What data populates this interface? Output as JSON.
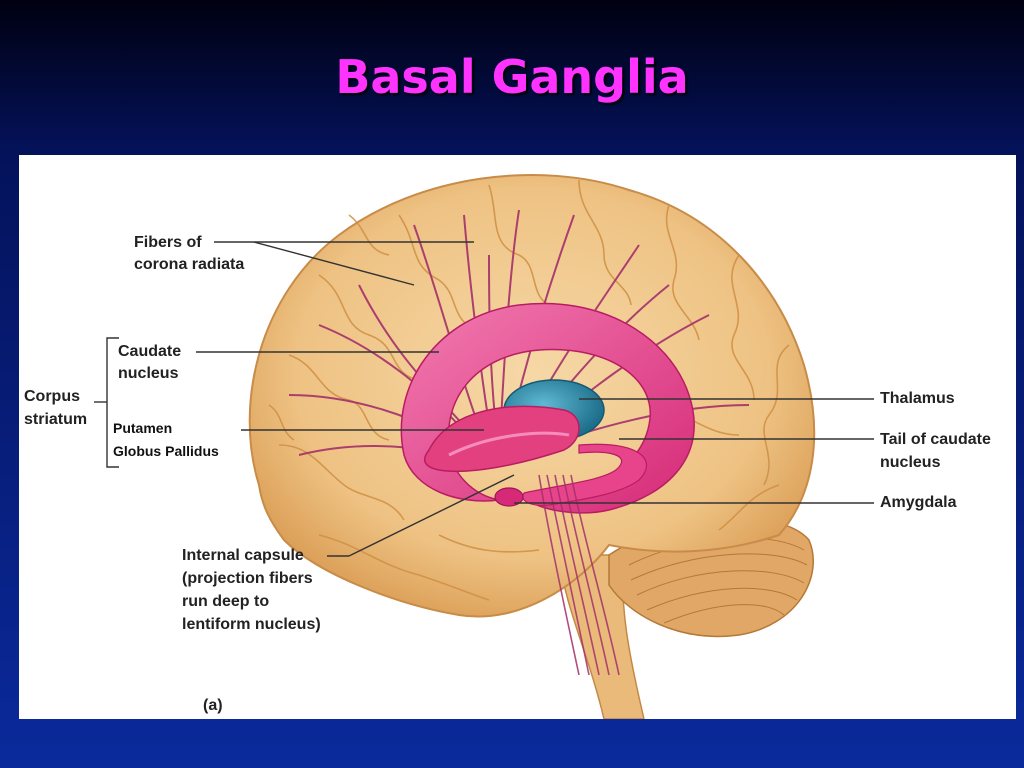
{
  "slide": {
    "title": "Basal Ganglia"
  },
  "figure": {
    "panel_letter": "(a)",
    "labels": {
      "corona_radiata": [
        "Fibers of",
        "corona radiata"
      ],
      "caudate": [
        "Caudate",
        "nucleus"
      ],
      "corpus_striatum": [
        "Corpus",
        "striatum"
      ],
      "putamen": "Putamen",
      "globus_pallidus": "Globus Pallidus",
      "thalamus": "Thalamus",
      "tail_caudate": [
        "Tail of caudate",
        "nucleus"
      ],
      "amygdala": "Amygdala",
      "internal_capsule": [
        "Internal capsule",
        "(projection fibers",
        "run deep to",
        "lentiform nucleus)"
      ]
    }
  },
  "colors": {
    "brain": "#eec283",
    "brain_shadow": "#cf8f44",
    "caudate": "#e8448c",
    "thalamus": "#2a88a8",
    "fibers": "#a4306a",
    "leader_lines": "#333333"
  }
}
